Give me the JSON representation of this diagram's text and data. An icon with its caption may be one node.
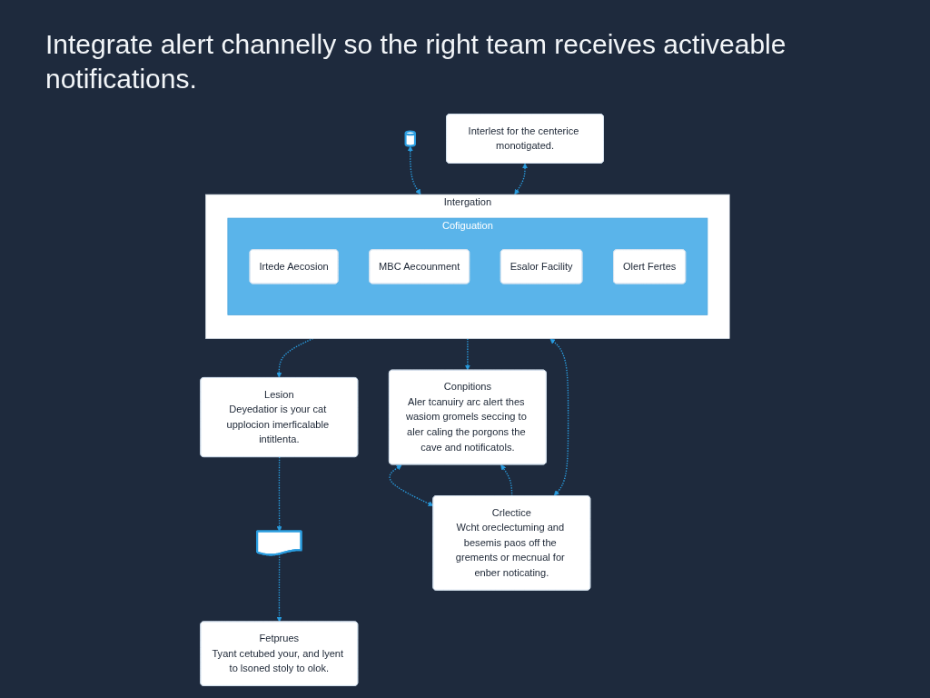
{
  "diagram": {
    "title": "Integrate alert channelly so the right team receives activeable notifications.",
    "nodes": [
      {
        "text": [
          "Intergation"
        ]
      },
      {
        "text": [
          "Cofiguation"
        ],
        "in": 0
      },
      {
        "text": [
          "Irtede Aecosion"
        ],
        "in": 1
      },
      {
        "text": [
          "MBC Aecounment"
        ],
        "in": 1
      },
      {
        "text": [
          "Esalor Facility"
        ],
        "in": 1
      },
      {
        "text": [
          "Olert Fertes"
        ],
        "in": 1
      },
      {
        "text": [],
        "shape": "cylinder"
      },
      {
        "text": [
          "Lesion",
          "Deyedatior is your cat upplocion imerficalable intitlenta."
        ]
      },
      {
        "text": [],
        "shape": "document"
      },
      {
        "text": [
          "Interlest for the centerice monotigated."
        ]
      },
      {
        "text": [
          "Conpitions",
          "Aler tcanuiry arc alert thes wasiom gromels seccing to aler caling the porgons the cave and notificatols."
        ]
      },
      {
        "text": [
          "Fetprues",
          "Tyant cetubed your, and lyent to lsoned stoly to olok."
        ]
      },
      {
        "text": [
          "Crlectice",
          "Wcht oreclectuming and besemis paos off the grements or mecnual for enber noticating."
        ]
      }
    ],
    "edges": [
      {
        "from": 6,
        "to": 0,
        "arrow": "both",
        "style": "dashed"
      },
      {
        "from": 0,
        "to": 7,
        "arrow": "to",
        "style": "dashed"
      },
      {
        "from": 7,
        "to": 8,
        "arrow": "to",
        "style": "dashed"
      },
      {
        "from": 8,
        "to": 11,
        "arrow": "to",
        "style": "dashed"
      },
      {
        "from": 9,
        "to": 0,
        "arrow": "both",
        "style": "dashed"
      },
      {
        "from": 0,
        "to": 10,
        "arrow": "to",
        "style": "dashed"
      },
      {
        "from": 12,
        "to": 0,
        "arrow": "both",
        "style": "dashed"
      },
      {
        "from": 12,
        "to": 10,
        "arrow": "to",
        "style": "dashed"
      },
      {
        "from": 10,
        "to": 12,
        "arrow": "both",
        "style": "dashed"
      }
    ]
  }
}
